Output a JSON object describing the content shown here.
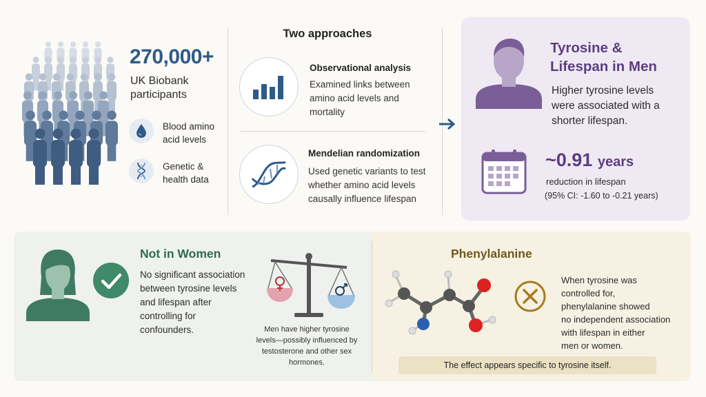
{
  "biobank": {
    "count": "270,000+",
    "label_line1": "UK Biobank",
    "label_line2": "participants",
    "features": [
      {
        "icon": "blood-drop-icon",
        "line1": "Blood amino",
        "line2": "acid levels"
      },
      {
        "icon": "dna-icon",
        "line1": "Genetic &",
        "line2": "health data"
      }
    ]
  },
  "approaches": {
    "title": "Two approaches",
    "observational": {
      "title": "Observational analysis",
      "lines": [
        "Examined links between",
        "amino acid levels and",
        "mortality"
      ],
      "icon": "bar-chart-icon"
    },
    "mendelian": {
      "title": "Mendelian randomization",
      "lines": [
        "Used genetic variants to test",
        "whether amino acid levels",
        "causally influence lifespan"
      ],
      "icon": "dna-helix-icon"
    }
  },
  "men": {
    "title_line1": "Tyrosine &",
    "title_line2": "Lifespan in Men",
    "text_lines": [
      "Higher tyrosine levels",
      "were associated with a",
      "shorter lifespan."
    ],
    "years_value": "~0.91",
    "years_unit": "years",
    "reduction": "reduction in lifespan",
    "ci": "(95% CI: -1.60 to -0.21 years)",
    "accent": "#5b3d82"
  },
  "women": {
    "title": "Not in Women",
    "text_lines": [
      "No significant association",
      "between tyrosine levels",
      "and lifespan after",
      "controlling for",
      "confounders."
    ],
    "scale_caption_lines": [
      "Men have higher tyrosine",
      "levels—possibly influenced by",
      "testosterone and other sex",
      "hormones."
    ],
    "accent": "#2f6b53"
  },
  "phenylalanine": {
    "title": "Phenylalanine",
    "text_lines": [
      "When tyrosine was",
      "controlled for,",
      "phenylalanine showed",
      "no independent association",
      "with lifespan in either",
      "men or women."
    ],
    "banner": "The effect appears specific to tyrosine itself.",
    "accent": "#6e5a1f"
  }
}
